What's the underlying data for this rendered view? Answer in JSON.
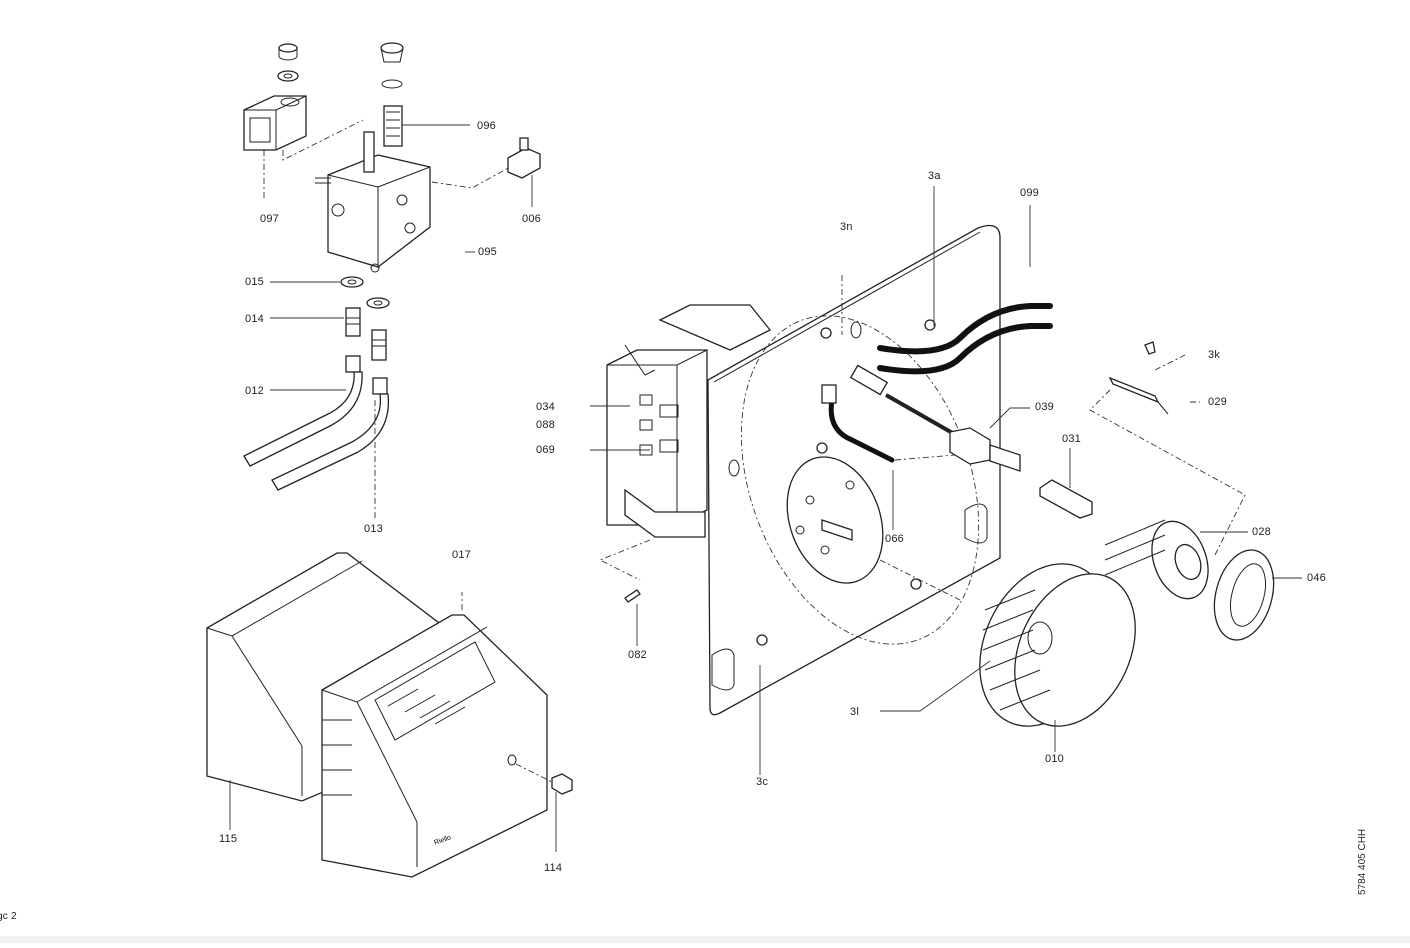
{
  "diagram": {
    "title": "Burner exploded parts diagram",
    "part_labels": {
      "p097": "097",
      "p096": "096",
      "p006": "006",
      "p095": "095",
      "p015": "015",
      "p014": "014",
      "p012": "012",
      "p013": "013",
      "p017": "017",
      "p115": "115",
      "p114": "114",
      "p3n": "3n",
      "p3a": "3a",
      "p099": "099",
      "p3k": "3k",
      "p029": "029",
      "p034": "034",
      "p088": "088",
      "p069": "069",
      "p039": "039",
      "p031": "031",
      "p066": "066",
      "p028": "028",
      "p046": "046",
      "p082": "082",
      "p3l": "3l",
      "p3c": "3c",
      "p010": "010"
    },
    "reference_number": "5784 405 CHH",
    "page_marker": "gc 2",
    "brand_mark": "Riello"
  }
}
